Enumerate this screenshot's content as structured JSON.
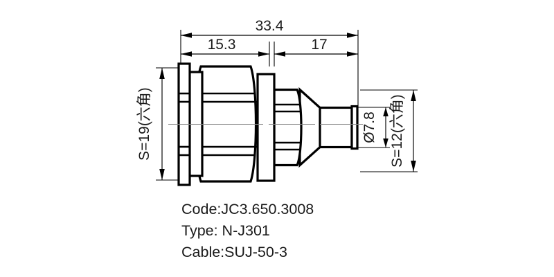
{
  "drawing": {
    "title": "N-type RF coaxial connector outline drawing",
    "background_color": "#ffffff",
    "line_color": "#000000",
    "centerline_color": "#8a8a8a"
  },
  "dimensions": {
    "overall_length": "33.4",
    "left_segment": "15.3",
    "right_segment": "17",
    "left_hex_across_flats": "S=19(六角)",
    "right_hex_across_flats": "S=12(六角)",
    "cable_entry_diameter": "Ø7.8"
  },
  "notes": {
    "code_label": "Code:JC3.650.3008",
    "type_label": "Type: N-J301",
    "cable_label": "Cable:SUJ-50-3"
  }
}
